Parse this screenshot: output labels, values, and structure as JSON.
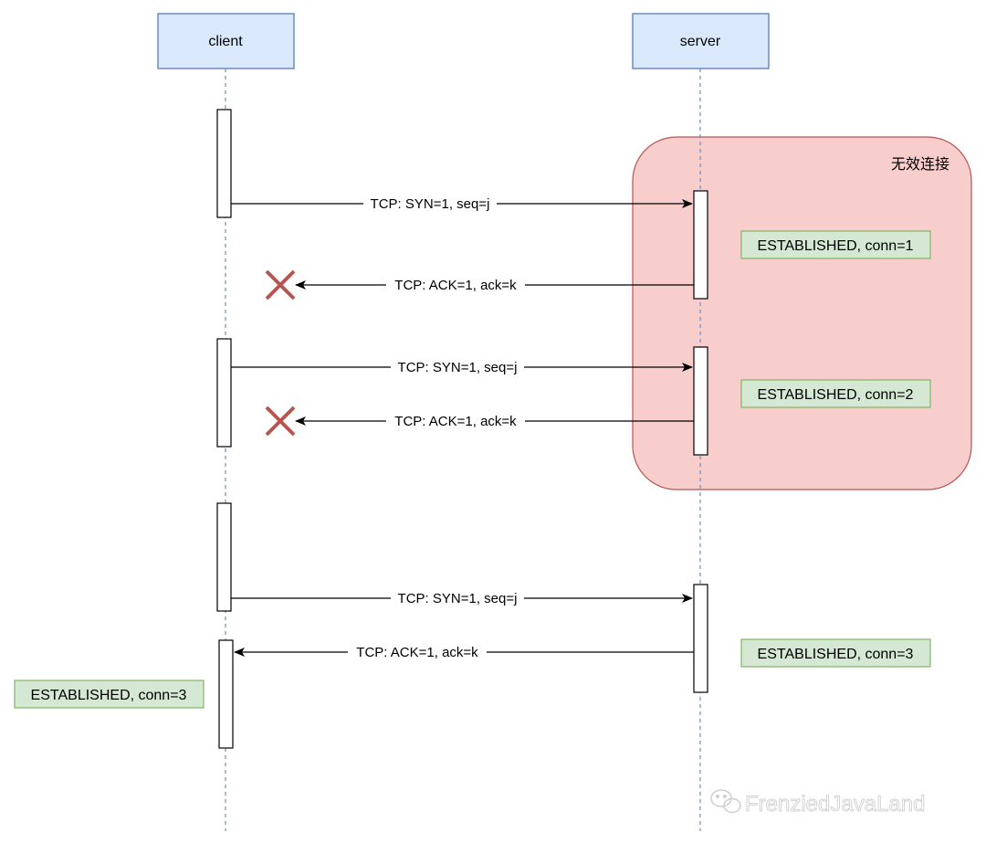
{
  "participants": {
    "client": "client",
    "server": "server"
  },
  "region": {
    "label": "无效连接"
  },
  "messages": [
    {
      "label": "TCP: SYN=1, seq=j",
      "direction": "client-to-server",
      "delivered": true
    },
    {
      "label": "TCP: ACK=1, ack=k",
      "direction": "server-to-client",
      "delivered": false
    },
    {
      "label": "TCP: SYN=1, seq=j",
      "direction": "client-to-server",
      "delivered": true
    },
    {
      "label": "TCP: ACK=1, ack=k",
      "direction": "server-to-client",
      "delivered": false
    },
    {
      "label": "TCP: SYN=1, seq=j",
      "direction": "client-to-server",
      "delivered": true
    },
    {
      "label": "TCP: ACK=1, ack=k",
      "direction": "server-to-client",
      "delivered": true
    }
  ],
  "states": [
    {
      "label": "ESTABLISHED, conn=1",
      "side": "server"
    },
    {
      "label": "ESTABLISHED, conn=2",
      "side": "server"
    },
    {
      "label": "ESTABLISHED, conn=3",
      "side": "server"
    },
    {
      "label": "ESTABLISHED, conn=3",
      "side": "client"
    }
  ],
  "watermark": {
    "text": "FrenziedJavaLand",
    "icon": "wechat-icon"
  },
  "colors": {
    "participant_fill": "#dae8fc",
    "participant_stroke": "#6c8ebf",
    "region_fill": "#f8cecc",
    "region_stroke": "#b85450",
    "state_fill": "#d5e8d4",
    "state_stroke": "#82b366",
    "lost_mark": "#b85450",
    "lifeline": "#6c8ebf"
  }
}
